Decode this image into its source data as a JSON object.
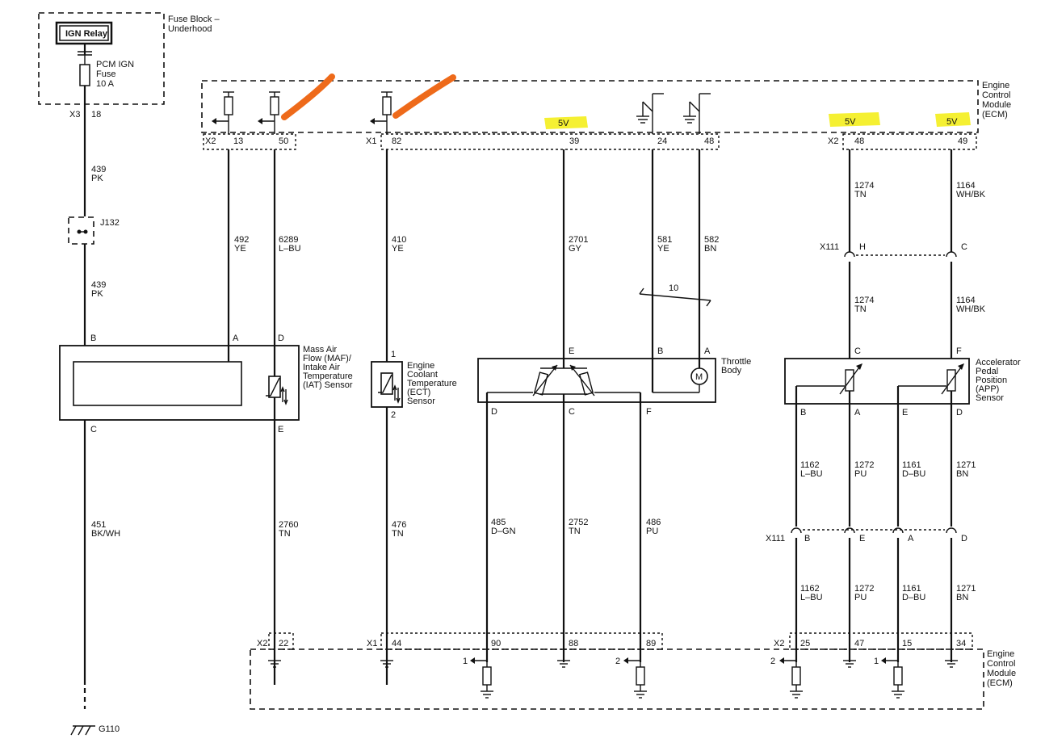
{
  "colors": {
    "highlight": "#f4ee1c",
    "annotation": "#ee6a1a",
    "line": "#111111"
  },
  "fuse_block": {
    "relay": "IGN Relay",
    "title_l1": "Fuse Block –",
    "title_l2": "Underhood",
    "fuse_l1": "PCM IGN",
    "fuse_l2": "Fuse",
    "fuse_l3": "10 A",
    "conn": "X3",
    "pin": "18"
  },
  "ecm": {
    "l1": "Engine",
    "l2": "Control",
    "l3": "Module",
    "l4": "(ECM)"
  },
  "top": {
    "x2": "X2",
    "p13": "13",
    "p50": "50",
    "x1": "X1",
    "p82": "82",
    "p39": "39",
    "p24": "24",
    "p48a": "48",
    "x2b": "X2",
    "p48b": "48",
    "p49": "49",
    "v1": "5V",
    "v2": "5V",
    "v3": "5V"
  },
  "left": {
    "w439a_n": "439",
    "w439a_c": "PK",
    "j132": "J132",
    "w439b_n": "439",
    "w439b_c": "PK",
    "w451_n": "451",
    "w451_c": "BK/WH",
    "ground": "G110"
  },
  "maf": {
    "pin_b": "B",
    "pin_a": "A",
    "pin_d": "D",
    "pin_c": "C",
    "pin_e": "E",
    "l1": "Mass Air",
    "l2": "Flow (MAF)/",
    "l3": "Intake Air",
    "l4": "Temperature",
    "l5": "(IAT) Sensor",
    "w492_n": "492",
    "w492_c": "YE",
    "w6289_n": "6289",
    "w6289_c": "L–BU",
    "w2760_n": "2760",
    "w2760_c": "TN"
  },
  "ect": {
    "pin1": "1",
    "pin2": "2",
    "l1": "Engine",
    "l2": "Coolant",
    "l3": "Temperature",
    "l4": "(ECT)",
    "l5": "Sensor",
    "w410_n": "410",
    "w410_c": "YE",
    "w476_n": "476",
    "w476_c": "TN"
  },
  "throttle": {
    "pin_e": "E",
    "pin_b": "B",
    "pin_a": "A",
    "pin_d": "D",
    "pin_c": "C",
    "pin_f": "F",
    "l1": "Throttle",
    "l2": "Body",
    "motor": "M",
    "w2701_n": "2701",
    "w2701_c": "GY",
    "w581_n": "581",
    "w581_c": "YE",
    "w582_n": "582",
    "w582_c": "BN",
    "twist": "10",
    "w485_n": "485",
    "w485_c": "D–GN",
    "w2752_n": "2752",
    "w2752_c": "TN",
    "w486_n": "486",
    "w486_c": "PU"
  },
  "app": {
    "w1274a_n": "1274",
    "w1274a_c": "TN",
    "w1164a_n": "1164",
    "w1164a_c": "WH/BK",
    "x111": "X111",
    "pin_h": "H",
    "pin_c_conn": "C",
    "w1274b_n": "1274",
    "w1274b_c": "TN",
    "w1164b_n": "1164",
    "w1164b_c": "WH/BK",
    "pin_c": "C",
    "pin_f": "F",
    "pin_b": "B",
    "pin_a": "A",
    "pin_e": "E",
    "pin_d": "D",
    "l1": "Accelerator",
    "l2": "Pedal",
    "l3": "Position",
    "l4": "(APP)",
    "l5": "Sensor",
    "w1162a_n": "1162",
    "w1162a_c": "L–BU",
    "w1272a_n": "1272",
    "w1272a_c": "PU",
    "w1161a_n": "1161",
    "w1161a_c": "D–BU",
    "w1271a_n": "1271",
    "w1271a_c": "BN",
    "x111b": "X111",
    "cb": "B",
    "ce": "E",
    "ca": "A",
    "cd": "D",
    "w1162b_n": "1162",
    "w1162b_c": "L–BU",
    "w1272b_n": "1272",
    "w1272b_c": "PU",
    "w1161b_n": "1161",
    "w1161b_c": "D–BU",
    "w1271b_n": "1271",
    "w1271b_c": "BN"
  },
  "bottom": {
    "x2": "X2",
    "p22": "22",
    "x1": "X1",
    "p44": "44",
    "p90": "90",
    "p88": "88",
    "p89": "89",
    "x2b": "X2",
    "p25": "25",
    "p47": "47",
    "p15": "15",
    "p34": "34",
    "r1": "1",
    "r2": "2",
    "r3": "2",
    "r4": "1"
  }
}
